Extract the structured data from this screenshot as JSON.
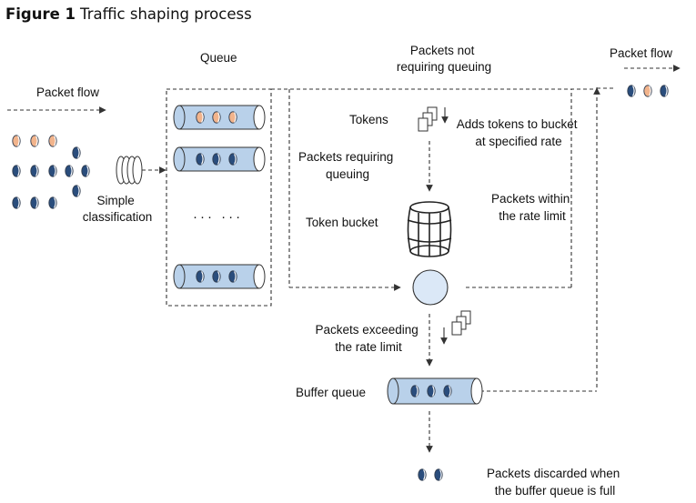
{
  "caption": {
    "number": "Figure 1",
    "title": "Traffic shaping process"
  },
  "labels": {
    "packet_flow_in": "Packet flow",
    "queue": "Queue",
    "not_queuing": [
      "Packets not",
      "requiring queuing"
    ],
    "packet_flow_out": "Packet flow",
    "tokens": "Tokens",
    "adds_tokens": [
      "Adds tokens to bucket",
      "at specified rate"
    ],
    "requiring_queuing": [
      "Packets requiring",
      "queuing"
    ],
    "simple_classification": [
      "Simple",
      "classification"
    ],
    "within_limit": [
      "Packets within",
      "the rate limit"
    ],
    "token_bucket": "Token bucket",
    "exceeding": [
      "Packets exceeding",
      "the rate limit"
    ],
    "buffer_queue": "Buffer queue",
    "discarded": [
      "Packets discarded when",
      "the buffer queue is full"
    ]
  },
  "colors": {
    "packet_orange": "#f2b48c",
    "packet_blue": "#2a4d7c",
    "queue_fill": "#b9d1ea",
    "circle_fill": "#dbe8f7",
    "line": "#333333"
  }
}
